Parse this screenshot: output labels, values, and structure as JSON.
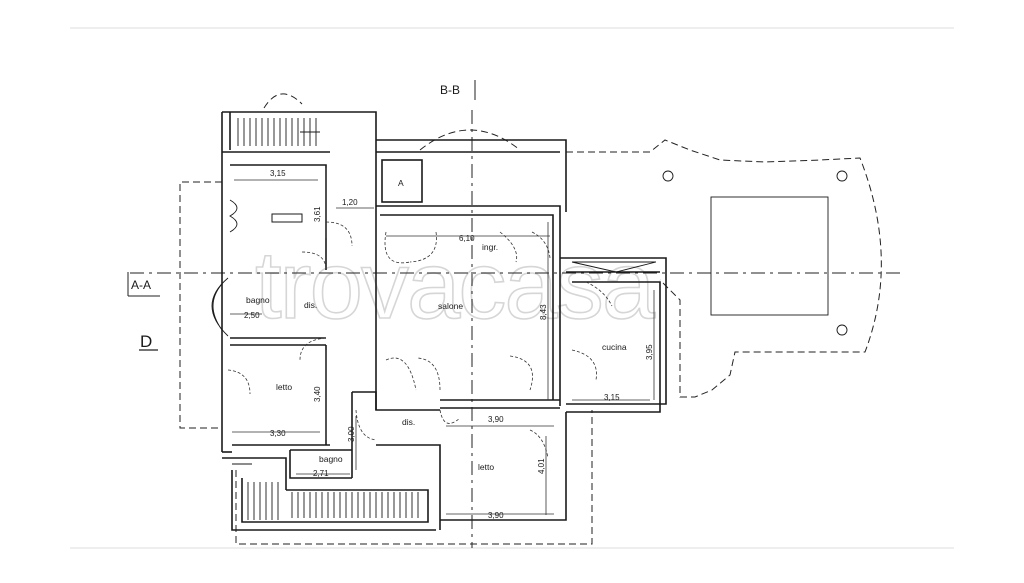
{
  "sections": {
    "aa": "A-A",
    "bb": "B-B",
    "d": "D"
  },
  "watermark": "trovacasa",
  "rooms": {
    "bagno_1": "bagno",
    "dis_1": "dis.",
    "ingresso": "ingr.",
    "salone": "salone",
    "cucina": "cucina",
    "letto_1": "letto",
    "dis_2": "dis.",
    "bagno_2": "bagno",
    "letto_2": "letto",
    "box_a": "A"
  },
  "dimensions": {
    "d_315_top": "3,15",
    "d_361": "3,61",
    "d_120": "1,20",
    "d_610": "6,10",
    "d_843": "8,43",
    "d_250": "2,50",
    "d_330": "3,30",
    "d_340": "3,40",
    "d_395": "3,95",
    "d_315_kit": "3,15",
    "d_390_mid": "3,90",
    "d_300": "3,00",
    "d_271": "2,71",
    "d_401": "4,01",
    "d_390_bot": "3,90"
  }
}
